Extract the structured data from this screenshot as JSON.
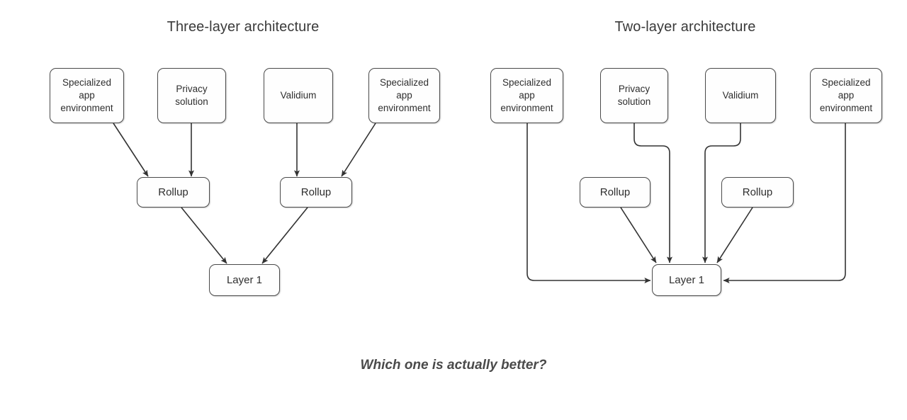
{
  "figure": {
    "caption": "Which one is actually better?",
    "background_color": "#ffffff",
    "box_border_color": "#4a4a4a",
    "arrow_color": "#333333"
  },
  "panels": [
    {
      "id": "three-layer",
      "title": "Three-layer architecture",
      "nodes": {
        "top": [
          {
            "id": "sae-1",
            "label": "Specialized\napp\nenvironment",
            "line1": "Specialized",
            "line2": "app",
            "line3": "environment"
          },
          {
            "id": "privacy-1",
            "label": "Privacy\nsolution",
            "line1": "Privacy",
            "line2": "solution"
          },
          {
            "id": "validium-1",
            "label": "Validium",
            "line1": "Validium"
          },
          {
            "id": "sae-2",
            "label": "Specialized\napp\nenvironment",
            "line1": "Specialized",
            "line2": "app",
            "line3": "environment"
          }
        ],
        "middle": [
          {
            "id": "rollup-left",
            "label": "Rollup"
          },
          {
            "id": "rollup-right",
            "label": "Rollup"
          }
        ],
        "bottom": [
          {
            "id": "layer1-left",
            "label": "Layer 1"
          }
        ]
      },
      "edges": [
        {
          "from": "sae-1",
          "to": "rollup-left"
        },
        {
          "from": "privacy-1",
          "to": "rollup-left"
        },
        {
          "from": "validium-1",
          "to": "rollup-right"
        },
        {
          "from": "sae-2",
          "to": "rollup-right"
        },
        {
          "from": "rollup-left",
          "to": "layer1-left"
        },
        {
          "from": "rollup-right",
          "to": "layer1-left"
        }
      ]
    },
    {
      "id": "two-layer",
      "title": "Two-layer architecture",
      "nodes": {
        "top": [
          {
            "id": "sae-3",
            "label": "Specialized\napp\nenvironment",
            "line1": "Specialized",
            "line2": "app",
            "line3": "environment"
          },
          {
            "id": "privacy-2",
            "label": "Privacy\nsolution",
            "line1": "Privacy",
            "line2": "solution"
          },
          {
            "id": "validium-2",
            "label": "Validium",
            "line1": "Validium"
          },
          {
            "id": "sae-4",
            "label": "Specialized\napp\nenvironment",
            "line1": "Specialized",
            "line2": "app",
            "line3": "environment"
          }
        ],
        "middle": [
          {
            "id": "rollup-left-2",
            "label": "Rollup"
          },
          {
            "id": "rollup-right-2",
            "label": "Rollup"
          }
        ],
        "bottom": [
          {
            "id": "layer1-right",
            "label": "Layer 1"
          }
        ]
      },
      "edges": [
        {
          "from": "sae-3",
          "to": "layer1-right"
        },
        {
          "from": "privacy-2",
          "to": "layer1-right"
        },
        {
          "from": "validium-2",
          "to": "layer1-right"
        },
        {
          "from": "sae-4",
          "to": "layer1-right"
        },
        {
          "from": "rollup-left-2",
          "to": "layer1-right"
        },
        {
          "from": "rollup-right-2",
          "to": "layer1-right"
        }
      ]
    }
  ]
}
